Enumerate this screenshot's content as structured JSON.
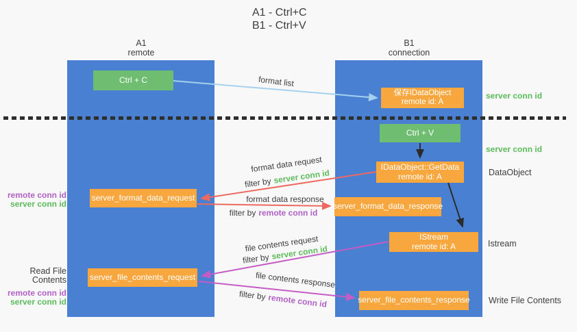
{
  "title": {
    "line1": "A1 - Ctrl+C",
    "line2": "B1 - Ctrl+V"
  },
  "lanes": {
    "left": {
      "name": "A1",
      "role": "remote"
    },
    "right": {
      "name": "B1",
      "role": "connection"
    }
  },
  "nodes": {
    "ctrl_c": "Ctrl + C",
    "ctrl_v": "Ctrl + V",
    "save_idataobject": {
      "line1": "保存IDataObject",
      "line2": "remote id: A"
    },
    "getdata": {
      "line1": "IDataObject::GetData",
      "line2": "remote id: A"
    },
    "istream": {
      "line1": "IStream",
      "line2": "remote id: A"
    },
    "format_request": "server_format_data_request",
    "format_response": "server_format_data_response",
    "file_request": "server_file_contents_request",
    "file_response": "server_file_contents_response"
  },
  "edges": {
    "format_list": "format list",
    "format_data_request": "format data request",
    "format_data_response": "format data response",
    "file_contents_request": "file contents request",
    "file_contents_response": "file contents response",
    "filter_by": "filter by",
    "server_conn_id": "server conn id",
    "remote_conn_id": "remote conn id"
  },
  "side": {
    "right_server_conn_id_top": "server conn id",
    "right_server_conn_id_mid": "server conn id",
    "data_object": "DataObject",
    "istream": "Istream",
    "write_file_contents": "Write File Contents",
    "left_top": {
      "remote_conn_id": "remote conn id",
      "server_conn_id": "server conn id"
    },
    "left_bottom": {
      "read_file_contents": "Read File Contents",
      "remote_conn_id": "remote conn id",
      "server_conn_id": "server conn id"
    }
  },
  "colors": {
    "lane_blue": "#4a80d2",
    "box_green": "#6fbd70",
    "box_orange": "#f8a73e",
    "label_green": "#5cbb5c",
    "label_purple": "#b161c6",
    "arrow_blue": "#a5d0ee",
    "arrow_red": "#ee6a60",
    "arrow_magenta": "#c55bc5",
    "arrow_black": "#2b2b2b",
    "background": "#f8f8f8"
  }
}
